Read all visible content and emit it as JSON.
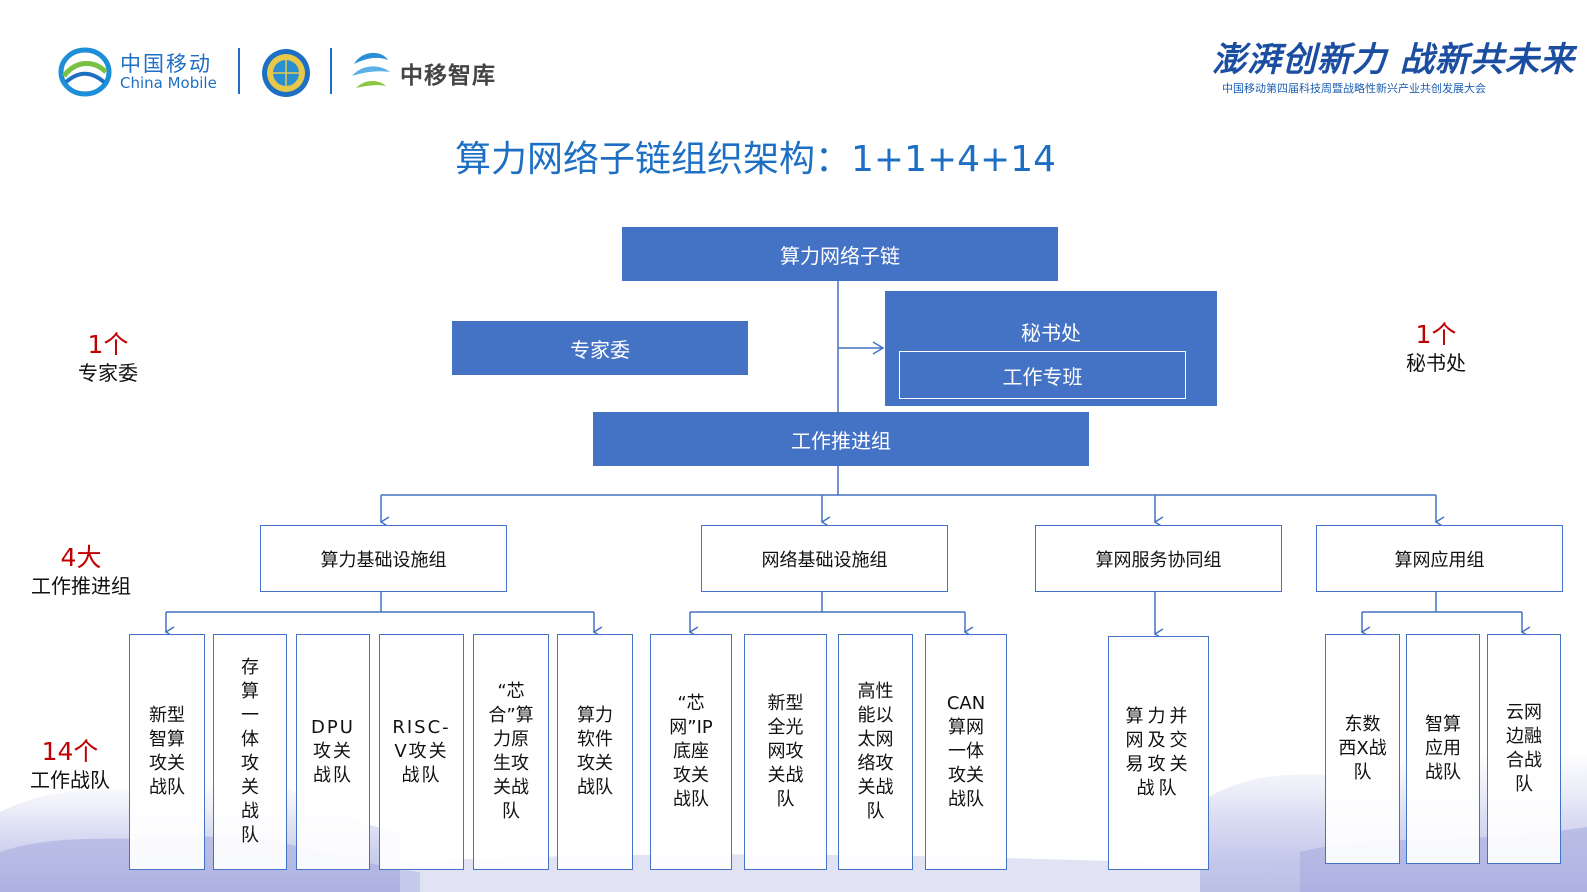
{
  "header": {
    "logo_china_mobile_cn": "中国移动",
    "logo_china_mobile_en": "China Mobile",
    "logo_zhiku": "中移智库",
    "slogan": "澎湃创新力 战新共未来",
    "slogan_sub": "中国移动第四届科技周暨战略性新兴产业共创发展大会"
  },
  "title": "算力网络子链组织架构：1+1+4+14",
  "org": {
    "root": "算力网络子链",
    "expert": "专家委",
    "secretariat": "秘书处",
    "work_team": "工作专班",
    "promotion": "工作推进组",
    "groups": [
      {
        "label": "算力基础设施组",
        "teams": [
          "新型智算攻关战队",
          "存算一体攻关战队",
          "DPU攻关战队",
          "RISC-V攻关战队",
          "“芯合”算力原生攻关战队",
          "算力软件攻关战队"
        ]
      },
      {
        "label": "网络基础设施组",
        "teams": [
          "“芯网”IP底座攻关战队",
          "新型全光网攻关战队",
          "高性能以太网络攻关战队",
          "CAN算网一体攻关战队"
        ]
      },
      {
        "label": "算网服务协同组",
        "teams": [
          "算力并网及交易攻关战队"
        ]
      },
      {
        "label": "算网应用组",
        "teams": [
          "东数西X战队",
          "智算应用战队",
          "云网边融合战队"
        ]
      }
    ]
  },
  "counts": {
    "expert": {
      "num": "1个",
      "label": "专家委"
    },
    "secretariat": {
      "num": "1个",
      "label": "秘书处"
    },
    "groups": {
      "num": "4大",
      "label": "工作推进组"
    },
    "teams": {
      "num": "14个",
      "label": "工作战队"
    }
  },
  "colors": {
    "primary": "#4472c4",
    "title": "#1d6fc4",
    "accent_red": "#c00000"
  }
}
